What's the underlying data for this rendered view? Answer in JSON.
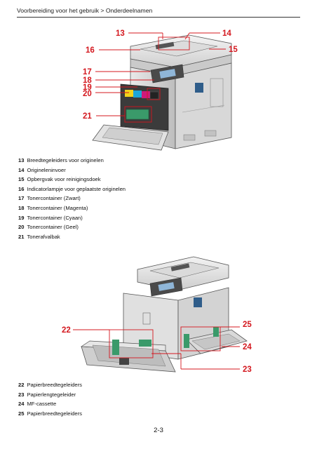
{
  "header": {
    "breadcrumb": "Voorbereiding voor het gebruik > Onderdeelnamen"
  },
  "figure1": {
    "callouts": {
      "c13": "13",
      "c14": "14",
      "c15": "15",
      "c16": "16",
      "c17": "17",
      "c18": "18",
      "c19": "19",
      "c20": "20",
      "c21": "21"
    }
  },
  "legend1": [
    {
      "num": "13",
      "text": "Breedtegeleiders voor originelen"
    },
    {
      "num": "14",
      "text": "Origineleninvoer"
    },
    {
      "num": "15",
      "text": "Opbergvak voor reinigingsdoek"
    },
    {
      "num": "16",
      "text": "Indicatorlampje voor geplaatste originelen"
    },
    {
      "num": "17",
      "text": "Tonercontainer (Zwart)"
    },
    {
      "num": "18",
      "text": "Tonercontainer (Magenta)"
    },
    {
      "num": "19",
      "text": "Tonercontainer (Cyaan)"
    },
    {
      "num": "20",
      "text": "Tonercontainer (Geel)"
    },
    {
      "num": "21",
      "text": "Tonerafvalbak"
    }
  ],
  "figure2": {
    "callouts": {
      "c22": "22",
      "c23": "23",
      "c24": "24",
      "c25": "25"
    }
  },
  "legend2": [
    {
      "num": "22",
      "text": "Papierbreedtegeleiders"
    },
    {
      "num": "23",
      "text": "Papierlengtegeleider"
    },
    {
      "num": "24",
      "text": "MF-cassette"
    },
    {
      "num": "25",
      "text": "Papierbreedtegeleiders"
    }
  ],
  "footer": {
    "page_number": "2-3"
  },
  "colors": {
    "callout_red": "#d4181f",
    "toner_black": "#222222",
    "toner_magenta": "#d0197a",
    "toner_cyan": "#1ca6d8",
    "toner_yellow": "#f2d21a",
    "waste_green": "#3a9a6a"
  }
}
